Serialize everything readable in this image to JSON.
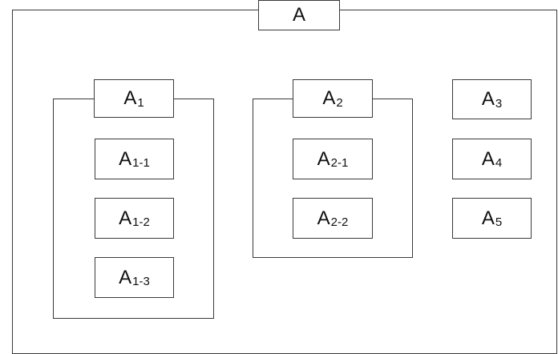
{
  "diagram": {
    "root": {
      "letter": "A"
    },
    "groups": [
      {
        "head": {
          "letter": "A",
          "sub": "1"
        },
        "children": [
          {
            "letter": "A",
            "sub": "1-1"
          },
          {
            "letter": "A",
            "sub": "1-2"
          },
          {
            "letter": "A",
            "sub": "1-3"
          }
        ]
      },
      {
        "head": {
          "letter": "A",
          "sub": "2"
        },
        "children": [
          {
            "letter": "A",
            "sub": "2-1"
          },
          {
            "letter": "A",
            "sub": "2-2"
          }
        ]
      }
    ],
    "standalone": [
      {
        "letter": "A",
        "sub": "3"
      },
      {
        "letter": "A",
        "sub": "4"
      },
      {
        "letter": "A",
        "sub": "5"
      }
    ]
  }
}
